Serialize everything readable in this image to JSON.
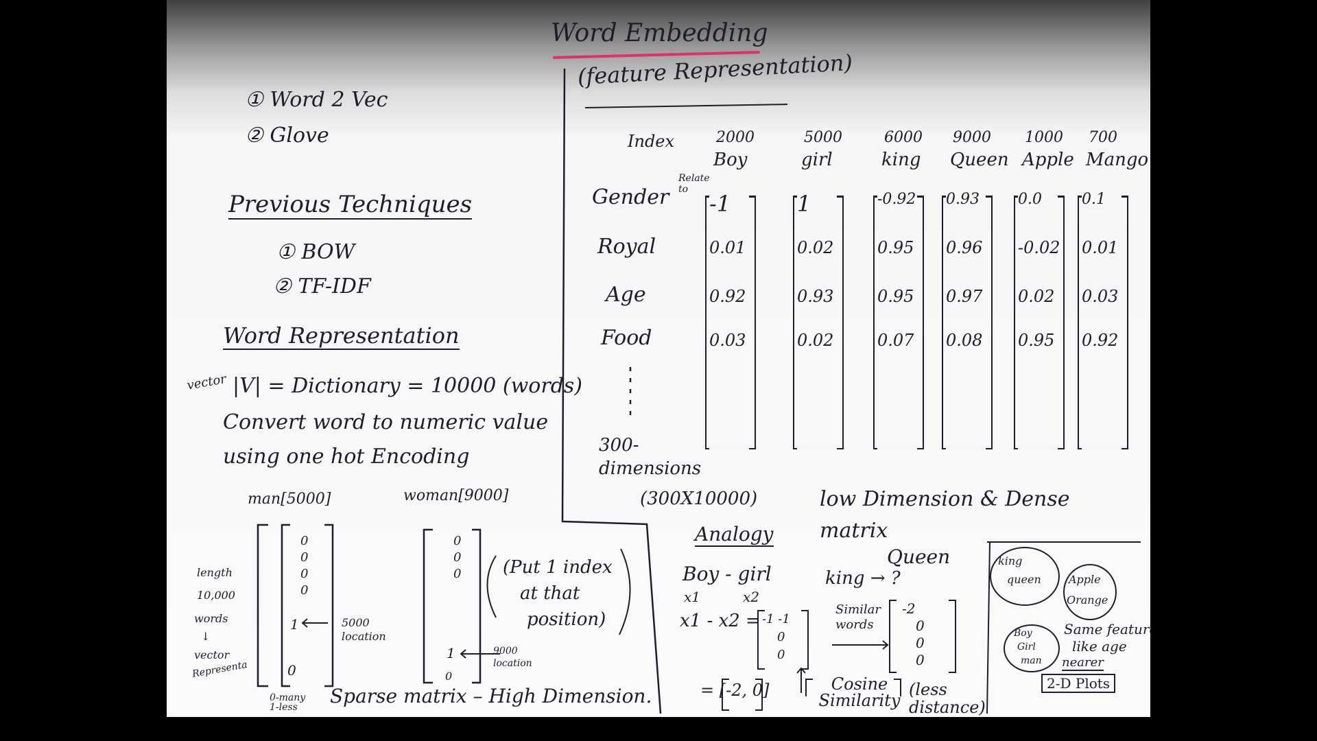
{
  "title": "Word Embedding",
  "subtitle": "(feature Representation)",
  "methods": [
    "① Word 2 Vec",
    "② Glove"
  ],
  "previous": {
    "heading": "Previous Techniques",
    "items": [
      "① BOW",
      "② TF-IDF"
    ]
  },
  "word_rep": {
    "heading": "Word Representation",
    "vector_note": "vector",
    "line1": "|V| = Dictionary = 10000 (words)",
    "line2": "Convert word to numeric value",
    "line3": "using one hot Encoding",
    "man_label": "man[5000]",
    "woman_label": "woman[9000]",
    "man_vector": [
      "0",
      "0",
      "0",
      "0",
      "1",
      "0"
    ],
    "woman_vector": [
      "0",
      "0",
      "0",
      "1",
      "0"
    ],
    "length_note": [
      "length",
      "10,000",
      "words",
      "↓",
      "vector",
      "Representa"
    ],
    "man_arrow": "5000 location",
    "woman_arrow": "9000 location",
    "put_note": [
      "(Put 1 index",
      "at that",
      "position)"
    ],
    "sparse_note": "0-many 1-less",
    "bottom_line": "Sparse matrix – High Dimension."
  },
  "matrix": {
    "index_label": "Index",
    "related_note": "Relate to",
    "columns": [
      {
        "index": "2000",
        "word": "Boy",
        "values": [
          "-1",
          "0.01",
          "0.92",
          "0.03"
        ]
      },
      {
        "index": "5000",
        "word": "girl",
        "values": [
          "1",
          "0.02",
          "0.93",
          "0.02"
        ]
      },
      {
        "index": "6000",
        "word": "king",
        "values": [
          "-0.92",
          "0.95",
          "0.95",
          "0.07"
        ]
      },
      {
        "index": "9000",
        "word": "Queen",
        "values": [
          "0.93",
          "0.96",
          "0.97",
          "0.08"
        ]
      },
      {
        "index": "1000",
        "word": "Apple",
        "values": [
          "0.0",
          "-0.02",
          "0.02",
          "0.95"
        ]
      },
      {
        "index": "700",
        "word": "Mango",
        "values": [
          "0.1",
          "0.01",
          "0.03",
          "0.92"
        ]
      }
    ],
    "features": [
      "Gender",
      "Royal",
      "Age",
      "Food"
    ],
    "dims_label": "300-dimensions",
    "size_label": "(300X10000)",
    "dense_label": "low Dimension & Dense matrix"
  },
  "analogy": {
    "heading": "Analogy",
    "pair": "Boy - girl",
    "x1": "x1",
    "x2": "x2",
    "diff": "x1 - x2 =",
    "diff_vector": [
      "-1 -1",
      "0",
      "0"
    ],
    "result": "= [-2, 0]",
    "king_line": "king → ?",
    "queen": "Queen",
    "similar": "Similar words",
    "similar_vector": [
      "-2",
      "0",
      "0",
      "0"
    ],
    "cosine": "Cosine Similarity",
    "less": "(less distance)"
  },
  "plot": {
    "cluster1": [
      "king",
      "queen"
    ],
    "cluster2": [
      "Apple",
      "Orange"
    ],
    "cluster3": [
      "Boy",
      "Girl",
      "man"
    ],
    "note": [
      "Same feature",
      "like age",
      "nearer"
    ],
    "label": "2-D Plots"
  }
}
